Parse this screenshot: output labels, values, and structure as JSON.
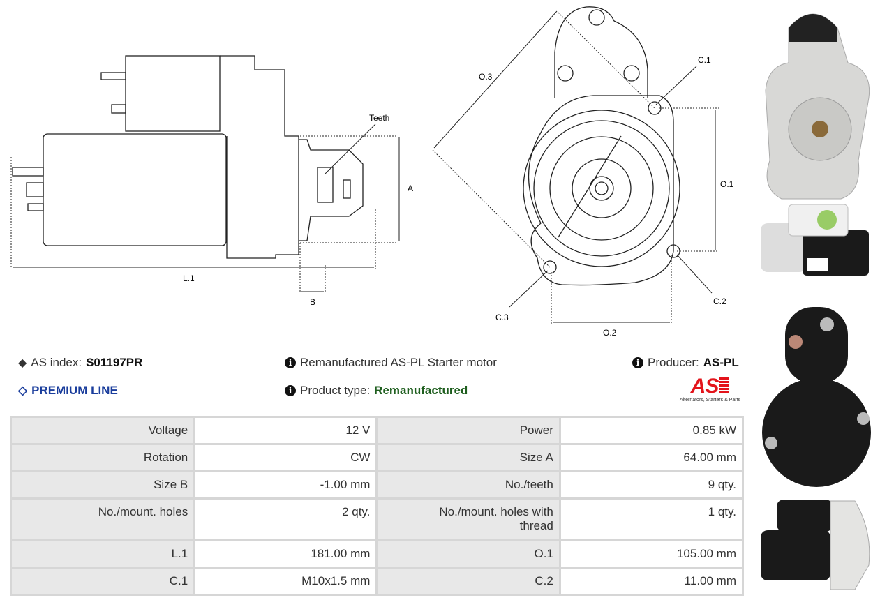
{
  "drawing": {
    "side_labels": {
      "teeth": "Teeth",
      "a": "A",
      "b": "B",
      "l1": "L.1"
    },
    "front_labels": {
      "o3": "O.3",
      "c1": "C.1",
      "o1": "O.1",
      "c2": "C.2",
      "c3": "C.3",
      "o2": "O.2"
    }
  },
  "info": {
    "as_index_label": "AS index:",
    "as_index_value": "S01197PR",
    "premium_line": "PREMIUM LINE",
    "description": "Remanufactured AS-PL Starter motor",
    "product_type_label": "Product type:",
    "product_type_value": "Remanufactured",
    "producer_label": "Producer:",
    "producer_value": "AS-PL",
    "logo_text": "AS",
    "logo_tagline": "Alternators, Starters & Parts"
  },
  "colors": {
    "premium": "#1a3d9c",
    "product_type": "#1e5e1e",
    "logo": "#e3141b"
  },
  "specs": [
    [
      {
        "k": "Voltage",
        "v": "12 V"
      },
      {
        "k": "Power",
        "v": "0.85 kW"
      }
    ],
    [
      {
        "k": "Rotation",
        "v": "CW"
      },
      {
        "k": "Size A",
        "v": "64.00 mm"
      }
    ],
    [
      {
        "k": "Size B",
        "v": "-1.00 mm"
      },
      {
        "k": "No./teeth",
        "v": "9 qty."
      }
    ],
    [
      {
        "k": "No./mount. holes",
        "v": "2 qty."
      },
      {
        "k": "No./mount. holes with thread",
        "v": "1 qty."
      }
    ],
    [
      {
        "k": "L.1",
        "v": "181.00 mm"
      },
      {
        "k": "O.1",
        "v": "105.00 mm"
      }
    ],
    [
      {
        "k": "C.1",
        "v": "M10x1.5 mm"
      },
      {
        "k": "C.2",
        "v": "11.00 mm"
      }
    ]
  ]
}
